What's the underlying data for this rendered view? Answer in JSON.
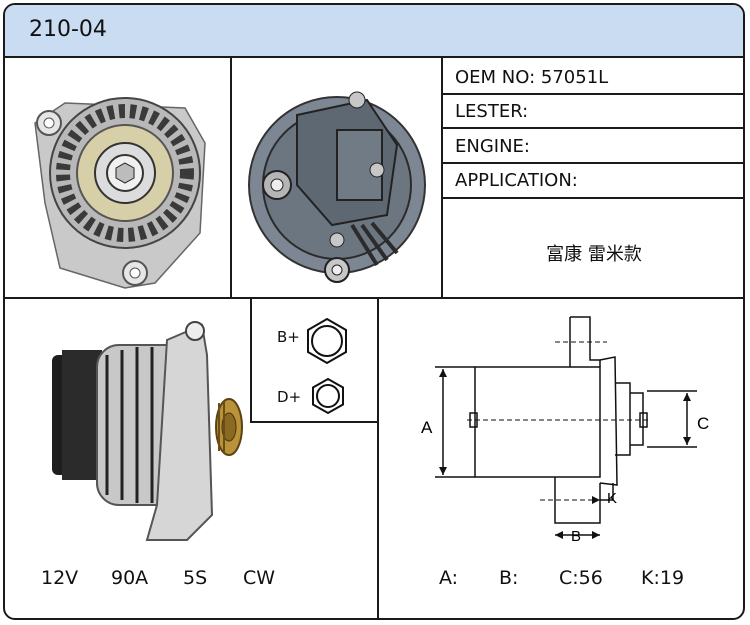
{
  "header": {
    "part_number": "210-04"
  },
  "info": {
    "oem": "OEM NO: 57051L",
    "lester": "LESTER:",
    "engine": "ENGINE:",
    "application": "APPLICATION:",
    "application_value": "富康  雷米款"
  },
  "terminals": {
    "b_label": "B",
    "d_label": "D"
  },
  "specs": {
    "voltage": "12V",
    "amperage": "90A",
    "pulley": "5S",
    "rotation": "CW"
  },
  "dimensions": {
    "a": "A:",
    "b": "B:",
    "c": "C:56",
    "k": "K:19",
    "drawing_labels": {
      "a": "A",
      "b": "B",
      "c": "C",
      "k": "K"
    }
  },
  "photos": {
    "front_view_icon": "alternator-front-icon",
    "rear_view_icon": "alternator-rear-icon",
    "side_view_icon": "alternator-side-icon"
  }
}
